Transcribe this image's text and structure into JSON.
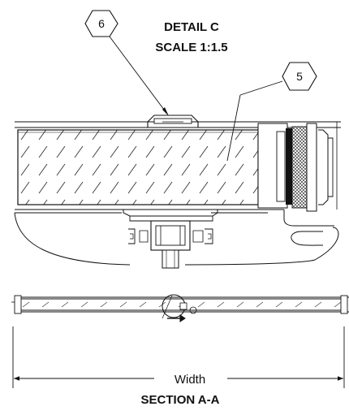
{
  "detail": {
    "title": "DETAIL C",
    "scale": "SCALE 1:1.5"
  },
  "balloons": [
    {
      "label": "6",
      "part": "6"
    },
    {
      "label": "5",
      "part": "5"
    }
  ],
  "dimension": {
    "label": "Width"
  },
  "section": {
    "title": "SECTION A-A"
  }
}
